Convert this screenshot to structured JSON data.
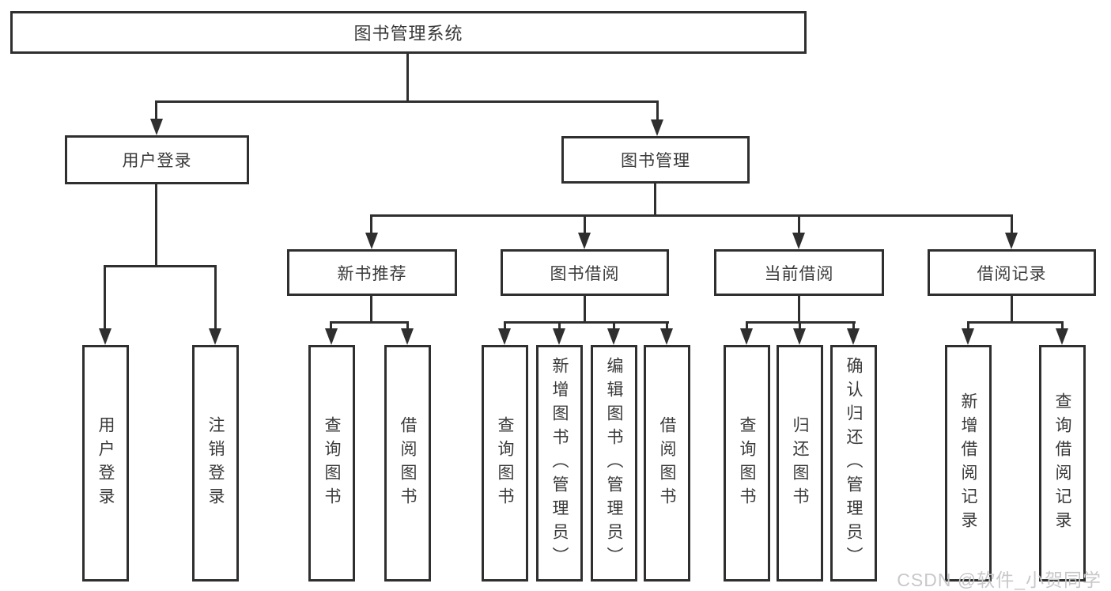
{
  "colors": {
    "background": "#ffffff",
    "box_border": "#2f2f2f",
    "line": "#2f2f2f",
    "text": "#3a3a3a",
    "watermark": "#c8c8c8"
  },
  "watermark": {
    "text": "CSDN @软件_小贺同学"
  },
  "tree": {
    "root": "图书管理系统",
    "children": [
      {
        "label": "用户登录",
        "children": [
          "用户登录",
          "注销登录"
        ]
      },
      {
        "label": "图书管理",
        "children": [
          {
            "label": "新书推荐",
            "children": [
              "查询图书",
              "借阅图书"
            ]
          },
          {
            "label": "图书借阅",
            "children": [
              "查询图书",
              "新增图书（管理员）",
              "编辑图书（管理员）",
              "借阅图书"
            ]
          },
          {
            "label": "当前借阅",
            "children": [
              "查询图书",
              "归还图书",
              "确认归还（管理员）"
            ]
          },
          {
            "label": "借阅记录",
            "children": [
              "新增借阅记录",
              "查询借阅记录"
            ]
          }
        ]
      }
    ]
  }
}
